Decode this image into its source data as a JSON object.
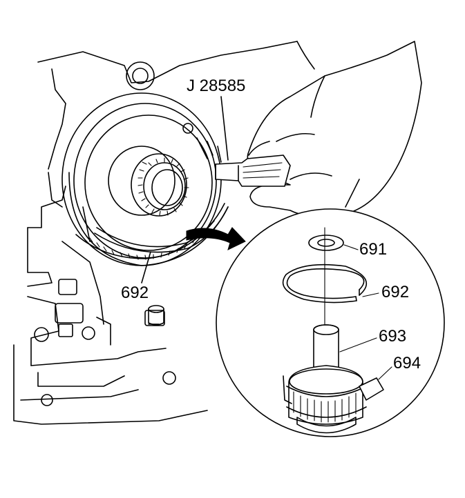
{
  "callouts": {
    "tool": "J 28585",
    "part_691": "691",
    "part_692_detail": "692",
    "part_692_main": "692",
    "part_693": "693",
    "part_694": "694"
  }
}
